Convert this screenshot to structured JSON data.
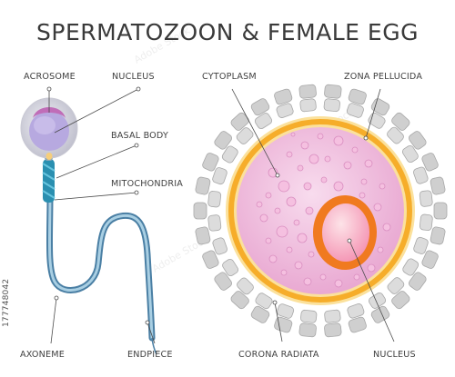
{
  "title": "SPERMATOZOON  &  FEMALE EGG",
  "labels": {
    "acrosome": "ACROSOME",
    "sperm_nucleus": "NUCLEUS",
    "basal_body": "BASAL BODY",
    "mitochondria": "MITOCHONDRIA",
    "axoneme": "AXONEME",
    "endpiece": "ENDPIECE",
    "cytoplasm": "CYTOPLASM",
    "zona_pellucida": "ZONA PELLUCIDA",
    "corona_radiata": "CORONA RADIATA",
    "egg_nucleus": "NUCLEUS"
  },
  "stock_id": "177748042",
  "colors": {
    "sperm_head": "#e6e6ef",
    "sperm_nucleus": "#b3a6dd",
    "acrosome": "#c06db8",
    "midpiece": "#2a8fb0",
    "tail": "#6aa3c2",
    "corona_cell": "#d3d3d3",
    "zona": "#f6ad2a",
    "cytoplasm": "#f3cde4",
    "nucleus_rim": "#f07a1f",
    "nucleus_fill": "#f7a0b8"
  }
}
